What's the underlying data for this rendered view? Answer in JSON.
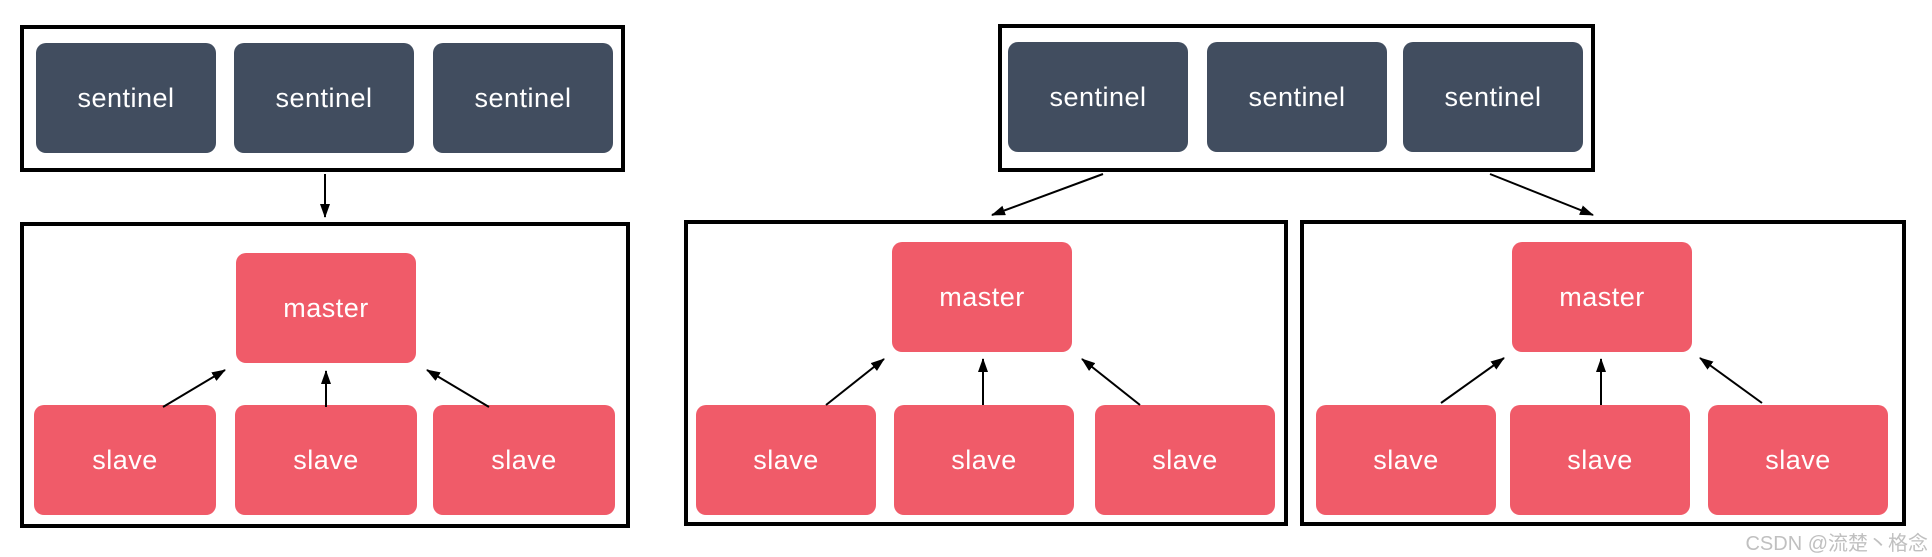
{
  "diagram": {
    "title_hint": "redis sentinel monitoring master-slave replica sets",
    "sentinel_groups": [
      {
        "position": "left",
        "nodes": [
          "sentinel",
          "sentinel",
          "sentinel"
        ]
      },
      {
        "position": "right",
        "nodes": [
          "sentinel",
          "sentinel",
          "sentinel"
        ]
      }
    ],
    "replica_sets": [
      {
        "position": "left",
        "master": "master",
        "slaves": [
          "slave",
          "slave",
          "slave"
        ]
      },
      {
        "position": "middle",
        "master": "master",
        "slaves": [
          "slave",
          "slave",
          "slave"
        ]
      },
      {
        "position": "right",
        "master": "master",
        "slaves": [
          "slave",
          "slave",
          "slave"
        ]
      }
    ]
  },
  "watermark": {
    "text": "CSDN @流楚丶格念"
  },
  "colors": {
    "sentinel_node": "#414d5f",
    "data_node": "#f05b69",
    "container_border": "#000000",
    "arrow": "#000000",
    "watermark": "#c0c0c0",
    "background": "#ffffff"
  }
}
